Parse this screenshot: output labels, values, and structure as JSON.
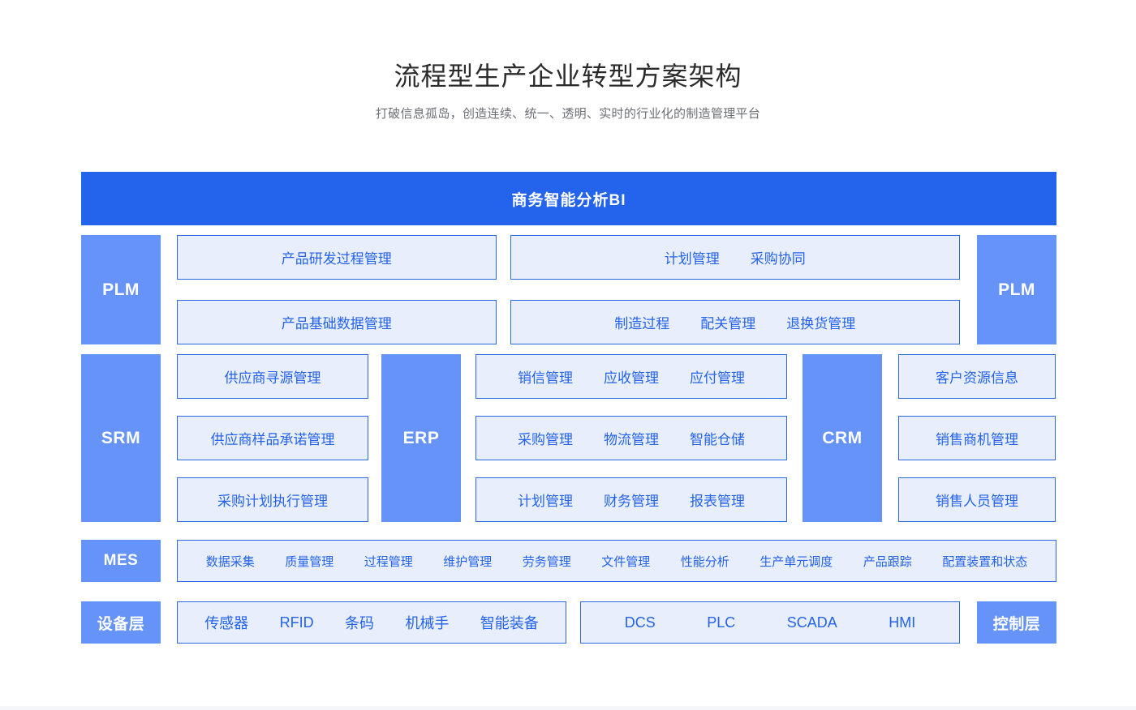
{
  "header": {
    "title": "流程型生产企业转型方案架构",
    "subtitle": "打破信息孤岛，创造连续、统一、透明、实时的行业化的制造管理平台"
  },
  "colors": {
    "banner_blue": "#2463eb",
    "tag_blue": "#6693f8",
    "cell_fill": "#e8eefc",
    "cell_border": "#2a6ae0",
    "cell_text": "#2463eb",
    "title_text": "#2b2b2b",
    "subtitle_text": "#6b6f76",
    "page_background": "#ffffff"
  },
  "banner": {
    "label": "商务智能分析BI"
  },
  "plm_row": {
    "left_tag": "PLM",
    "right_tag": "PLM",
    "left_cells": [
      {
        "items": [
          "产品研发过程管理"
        ]
      },
      {
        "items": [
          "产品基础数据管理"
        ]
      }
    ],
    "right_cells": [
      {
        "items": [
          "计划管理",
          "采购协同"
        ]
      },
      {
        "items": [
          "制造过程",
          "配关管理",
          "退换货管理"
        ]
      }
    ]
  },
  "mid_row": {
    "srm_tag": "SRM",
    "erp_tag": "ERP",
    "crm_tag": "CRM",
    "srm_cells": [
      {
        "items": [
          "供应商寻源管理"
        ]
      },
      {
        "items": [
          "供应商样品承诺管理"
        ]
      },
      {
        "items": [
          "采购计划执行管理"
        ]
      }
    ],
    "erp_cells": [
      {
        "items": [
          "销信管理",
          "应收管理",
          "应付管理"
        ]
      },
      {
        "items": [
          "采购管理",
          "物流管理",
          "智能仓储"
        ]
      },
      {
        "items": [
          "计划管理",
          "财务管理",
          "报表管理"
        ]
      }
    ],
    "crm_cells": [
      {
        "items": [
          "客户资源信息"
        ]
      },
      {
        "items": [
          "销售商机管理"
        ]
      },
      {
        "items": [
          "销售人员管理"
        ]
      }
    ]
  },
  "mes_row": {
    "tag": "MES",
    "items": [
      "数据采集",
      "质量管理",
      "过程管理",
      "维护管理",
      "劳务管理",
      "文件管理",
      "性能分析",
      "生产单元调度",
      "产品跟踪",
      "配置装置和状态"
    ]
  },
  "device_row": {
    "device_tag": "设备层",
    "control_tag": "控制层",
    "device_items": [
      "传感器",
      "RFID",
      "条码",
      "机械手",
      "智能装备"
    ],
    "control_items": [
      "DCS",
      "PLC",
      "SCADA",
      "HMI"
    ]
  }
}
